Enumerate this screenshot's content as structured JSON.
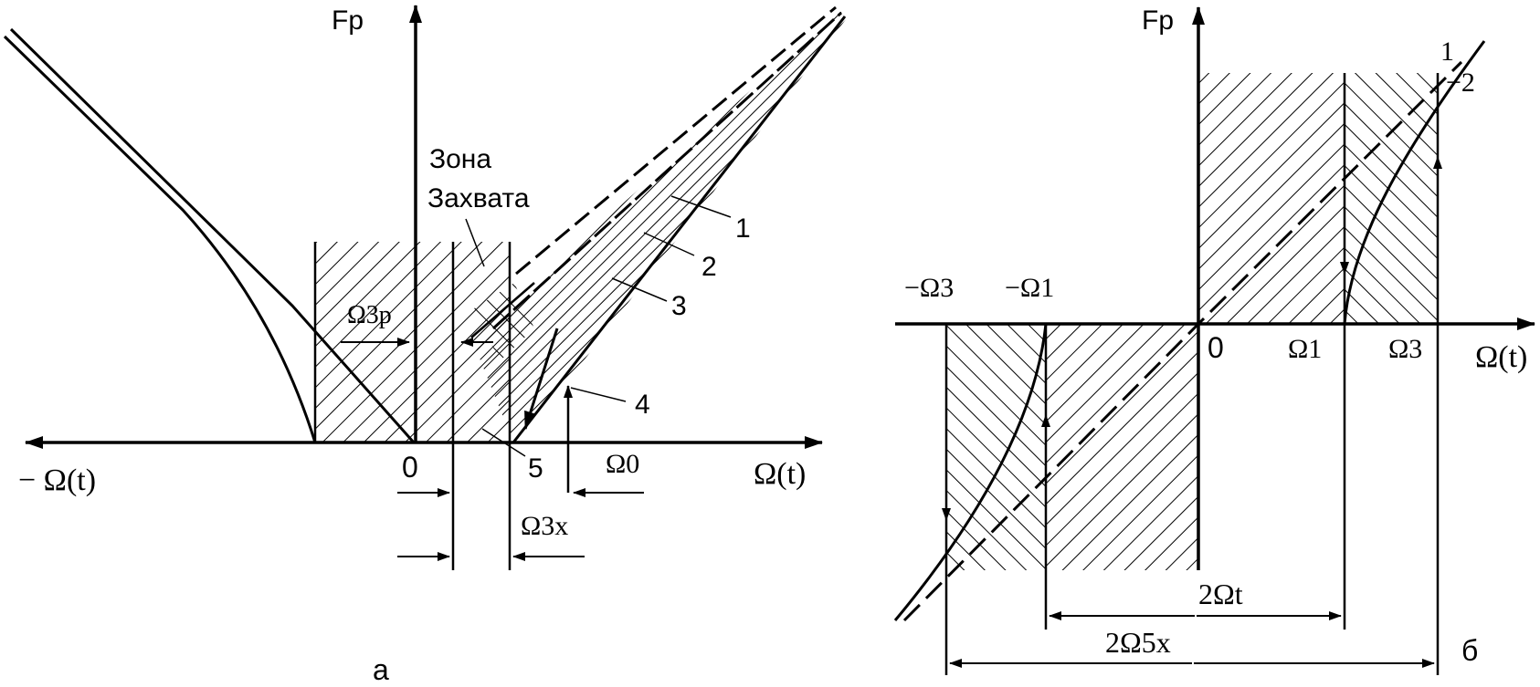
{
  "panel_a": {
    "axis_y": "Fp",
    "axis_x_pos": "Ω(t)",
    "axis_x_neg": "− Ω(t)",
    "origin": "0",
    "zone_line1": "Зона",
    "zone_line2": "Захвата",
    "curve_labels": [
      "1",
      "2",
      "3",
      "4",
      "5"
    ],
    "omega_3p": "Ω3p",
    "omega_0": "Ω0",
    "omega_3x": "Ω3x",
    "caption": "а"
  },
  "panel_b": {
    "axis_y": "Fp",
    "axis_x": "Ω(t)",
    "origin": "0",
    "neg_omega3": "−Ω3",
    "neg_omega1": "−Ω1",
    "omega1": "Ω1",
    "omega3": "Ω3",
    "curve1": "1",
    "curve2": "−2",
    "two_omega_t": "2Ωt",
    "two_omega_5x": "2Ω5x",
    "caption": "б"
  }
}
